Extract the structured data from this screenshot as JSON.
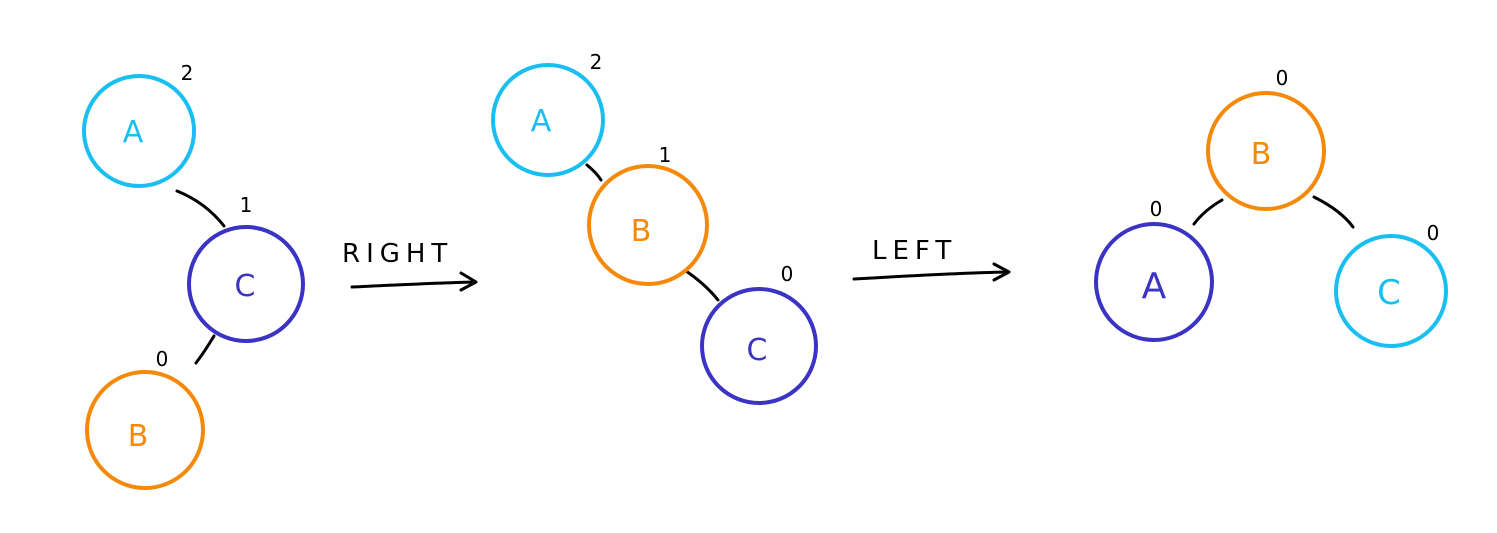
{
  "colors": {
    "cyan": "#19bff0",
    "orange": "#f58a0a",
    "indigo": "#3a33c4",
    "ink": "#000000",
    "background": "#ffffff"
  },
  "operations": {
    "right": "RIGHT",
    "left": "LEFT"
  },
  "stage1": {
    "a": {
      "label": "A",
      "factor": "2",
      "color": "cyan"
    },
    "c": {
      "label": "C",
      "factor": "1",
      "color": "indigo"
    },
    "b": {
      "label": "B",
      "factor": "0",
      "color": "orange"
    }
  },
  "stage2": {
    "a": {
      "label": "A",
      "factor": "2",
      "color": "cyan"
    },
    "b": {
      "label": "B",
      "factor": "1",
      "color": "orange"
    },
    "c": {
      "label": "C",
      "factor": "0",
      "color": "indigo"
    }
  },
  "stage3": {
    "b": {
      "label": "B",
      "factor": "0",
      "color": "orange"
    },
    "a": {
      "label": "A",
      "factor": "0",
      "color": "indigo"
    },
    "c": {
      "label": "C",
      "factor": "0",
      "color": "cyan"
    }
  }
}
